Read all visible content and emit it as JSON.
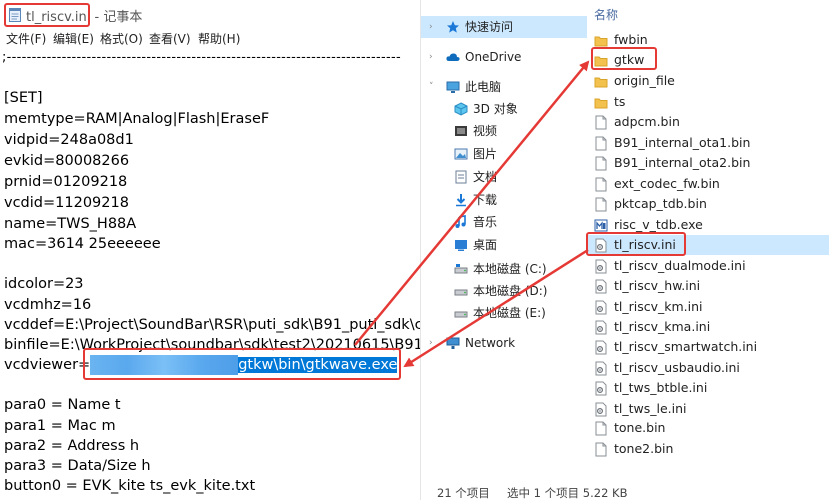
{
  "notepad": {
    "title": "tl_riscv.ini - 记事本",
    "menu": [
      "文件(F)",
      "编辑(E)",
      "格式(O)",
      "查看(V)",
      "帮助(H)"
    ],
    "dash_line": ";-------------------------------------------------------------------------------",
    "lines": [
      "[SET]",
      "memtype=RAM|Analog|Flash|EraseF",
      "vidpid=248a08d1",
      "evkid=80008266",
      "prnid=01209218",
      "vcdid=11209218",
      "name=TWS_H88A",
      "mac=3614 25eeeeee",
      "",
      "idcolor=23",
      "vcdmhz=16",
      "vcddef=E:\\Project\\SoundBar\\RSR\\puti_sdk\\B91_puti_sdk\\c",
      "binfile=E:\\WorkProject\\soundbar\\sdk\\test2\\20210615\\B91",
      "",
      "",
      "para0 = Name t",
      "para1 = Mac m",
      "para2 = Address h",
      "para3 = Data/Size h",
      "button0 = EVK_kite                  ts_evk_kite.txt"
    ],
    "vcdviewer_key": "vcdviewer=",
    "vcdviewer_value": "gtkw\\bin\\gtkwave.exe"
  },
  "nav": {
    "items": [
      {
        "label": "快速访问",
        "icon": "star-icon"
      },
      {
        "label": "OneDrive",
        "icon": "cloud-icon"
      },
      {
        "label": "此电脑",
        "icon": "computer-icon"
      },
      {
        "label": "3D 对象",
        "icon": "cube-icon"
      },
      {
        "label": "视频",
        "icon": "video-icon"
      },
      {
        "label": "图片",
        "icon": "picture-icon"
      },
      {
        "label": "文档",
        "icon": "document-icon"
      },
      {
        "label": "下载",
        "icon": "download-icon"
      },
      {
        "label": "音乐",
        "icon": "music-icon"
      },
      {
        "label": "桌面",
        "icon": "desktop-icon"
      },
      {
        "label": "本地磁盘 (C:)",
        "icon": "drive-c-icon"
      },
      {
        "label": "本地磁盘 (D:)",
        "icon": "drive-icon"
      },
      {
        "label": "本地磁盘 (E:)",
        "icon": "drive-icon"
      },
      {
        "label": "Network",
        "icon": "network-icon"
      }
    ]
  },
  "files": {
    "column_header": "名称",
    "items": [
      {
        "name": "fwbin",
        "type": "folder"
      },
      {
        "name": "gtkw",
        "type": "folder"
      },
      {
        "name": "origin_file",
        "type": "folder"
      },
      {
        "name": "ts",
        "type": "folder"
      },
      {
        "name": "adpcm.bin",
        "type": "file"
      },
      {
        "name": "B91_internal_ota1.bin",
        "type": "file"
      },
      {
        "name": "B91_internal_ota2.bin",
        "type": "file"
      },
      {
        "name": "ext_codec_fw.bin",
        "type": "file"
      },
      {
        "name": "pktcap_tdb.bin",
        "type": "file"
      },
      {
        "name": "risc_v_tdb.exe",
        "type": "exe"
      },
      {
        "name": "tl_riscv.ini",
        "type": "ini"
      },
      {
        "name": "tl_riscv_dualmode.ini",
        "type": "ini"
      },
      {
        "name": "tl_riscv_hw.ini",
        "type": "ini"
      },
      {
        "name": "tl_riscv_km.ini",
        "type": "ini"
      },
      {
        "name": "tl_riscv_kma.ini",
        "type": "ini"
      },
      {
        "name": "tl_riscv_smartwatch.ini",
        "type": "ini"
      },
      {
        "name": "tl_riscv_usbaudio.ini",
        "type": "ini"
      },
      {
        "name": "tl_tws_btble.ini",
        "type": "ini"
      },
      {
        "name": "tl_tws_le.ini",
        "type": "ini"
      },
      {
        "name": "tone.bin",
        "type": "file"
      },
      {
        "name": "tone2.bin",
        "type": "file"
      }
    ]
  },
  "status": {
    "count": "21 个项目",
    "selection": "选中 1 个项目  5.22 KB"
  },
  "colors": {
    "annotation": "#e53935",
    "selection": "#0078d7",
    "explorer_selection": "#cce8ff",
    "folder": "#f2c14e"
  }
}
